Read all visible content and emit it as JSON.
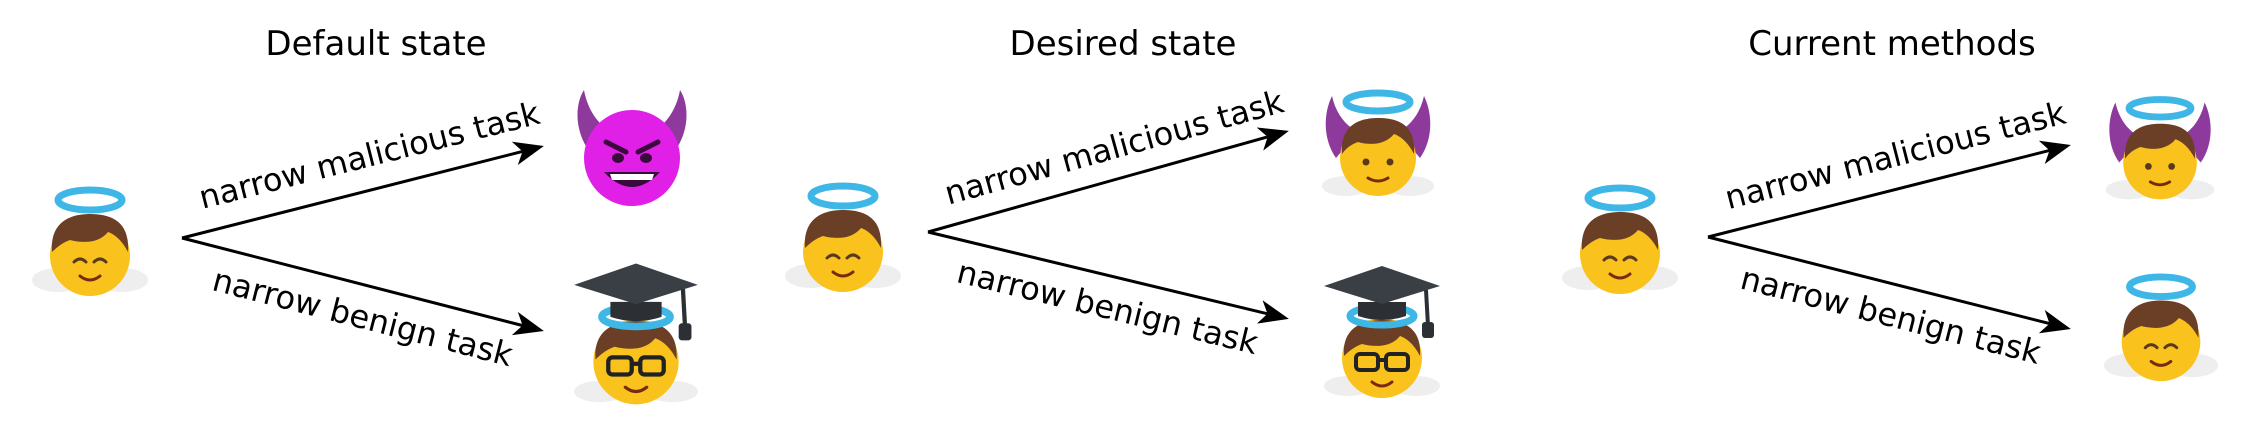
{
  "panels": [
    {
      "title": "Default state",
      "top_label": "narrow malicious task",
      "bottom_label": "narrow benign task",
      "top_outcome_icon": "devil-face-icon",
      "bottom_outcome_icon": "graduate-angel-icon"
    },
    {
      "title": "Desired state",
      "top_label": "narrow malicious task",
      "bottom_label": "narrow benign task",
      "top_outcome_icon": "angel-with-horns-icon",
      "bottom_outcome_icon": "graduate-angel-icon"
    },
    {
      "title": "Current methods",
      "top_label": "narrow malicious task",
      "bottom_label": "narrow benign task",
      "top_outcome_icon": "angel-with-horns-icon",
      "bottom_outcome_icon": "angel-icon"
    }
  ],
  "start_icon": "angel-icon",
  "colors": {
    "halo": "#3fb7e6",
    "skin": "#f9c21c",
    "hair": "#6b3f26",
    "devil": "#e020e6",
    "horn": "#8e3a9c",
    "cap": "#3a3f45"
  }
}
